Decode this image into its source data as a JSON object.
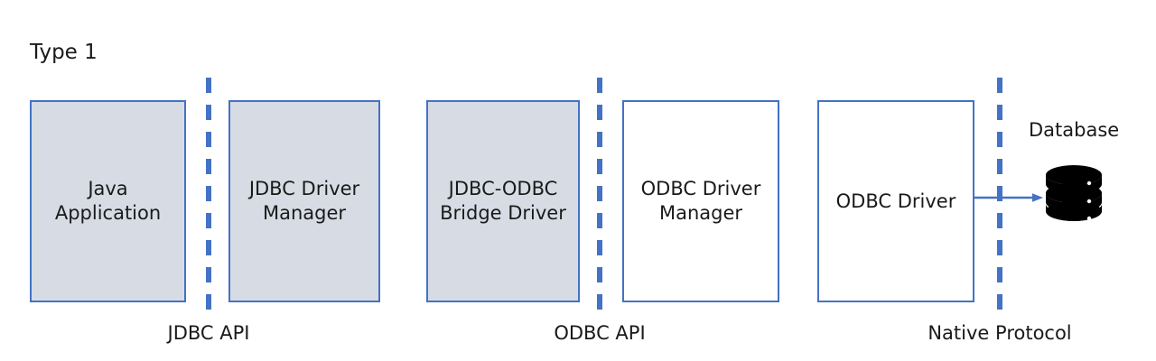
{
  "diagram": {
    "title": "Type 1",
    "type": "architecture-layer-diagram",
    "nodes": [
      {
        "id": "java-application",
        "label": "Java\nApplication",
        "fill": "#d7dce4",
        "stroke": "#4472c4"
      },
      {
        "id": "jdbc-driver-manager",
        "label": "JDBC Driver\nManager",
        "fill": "#d7dce4",
        "stroke": "#4472c4"
      },
      {
        "id": "jdbc-odbc-bridge",
        "label": "JDBC-ODBC\nBridge Driver",
        "fill": "#d7dce4",
        "stroke": "#4472c4"
      },
      {
        "id": "odbc-driver-manager",
        "label": "ODBC Driver\nManager",
        "fill": "#ffffff",
        "stroke": "#4472c4"
      },
      {
        "id": "odbc-driver",
        "label": "ODBC Driver",
        "fill": "#ffffff",
        "stroke": "#4472c4"
      }
    ],
    "boundaries": [
      {
        "id": "jdbc-api",
        "label": "JDBC API"
      },
      {
        "id": "odbc-api",
        "label": "ODBC API"
      },
      {
        "id": "native-protocol",
        "label": "Native Protocol"
      }
    ],
    "database": {
      "label": "Database",
      "icon": "database-cylinder-icon",
      "color": "#000000"
    },
    "arrow": {
      "id": "odbc-driver-to-database",
      "color": "#4472c4"
    },
    "colors": {
      "accent": "#4472c4",
      "box_fill": "#d7dce4",
      "text": "#1a1a1a",
      "background": "#ffffff"
    }
  }
}
